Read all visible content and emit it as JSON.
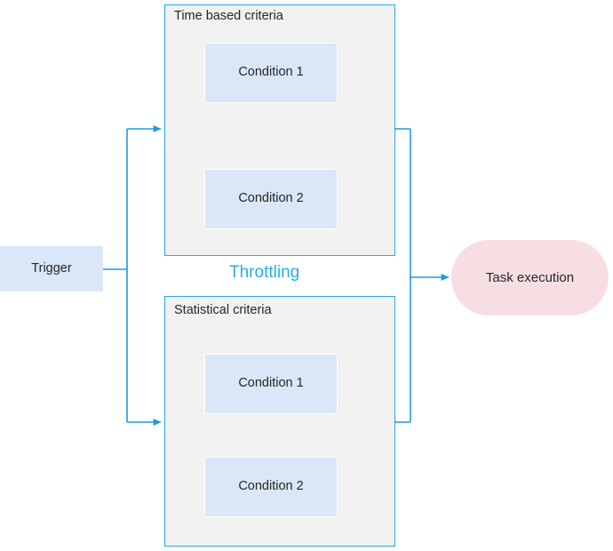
{
  "diagram": {
    "title_label": "Throttling",
    "accent_color": "#29ABE2",
    "connector_color": "#1F9BD8",
    "connector_light_color": "#6FC3E8",
    "group_fill": "#F1F1F1",
    "node_fill": "#D9E7F8",
    "task_fill": "#F7DEE3",
    "trigger": {
      "label": "Trigger"
    },
    "task": {
      "label": "Task execution"
    },
    "groups": [
      {
        "name": "time-based-criteria",
        "title": "Time based criteria",
        "conditions": [
          {
            "label": "Condition 1"
          },
          {
            "label": "Condition 2"
          }
        ]
      },
      {
        "name": "statistical-criteria",
        "title": "Statistical criteria",
        "conditions": [
          {
            "label": "Condition 1"
          },
          {
            "label": "Condition 2"
          }
        ]
      }
    ]
  }
}
